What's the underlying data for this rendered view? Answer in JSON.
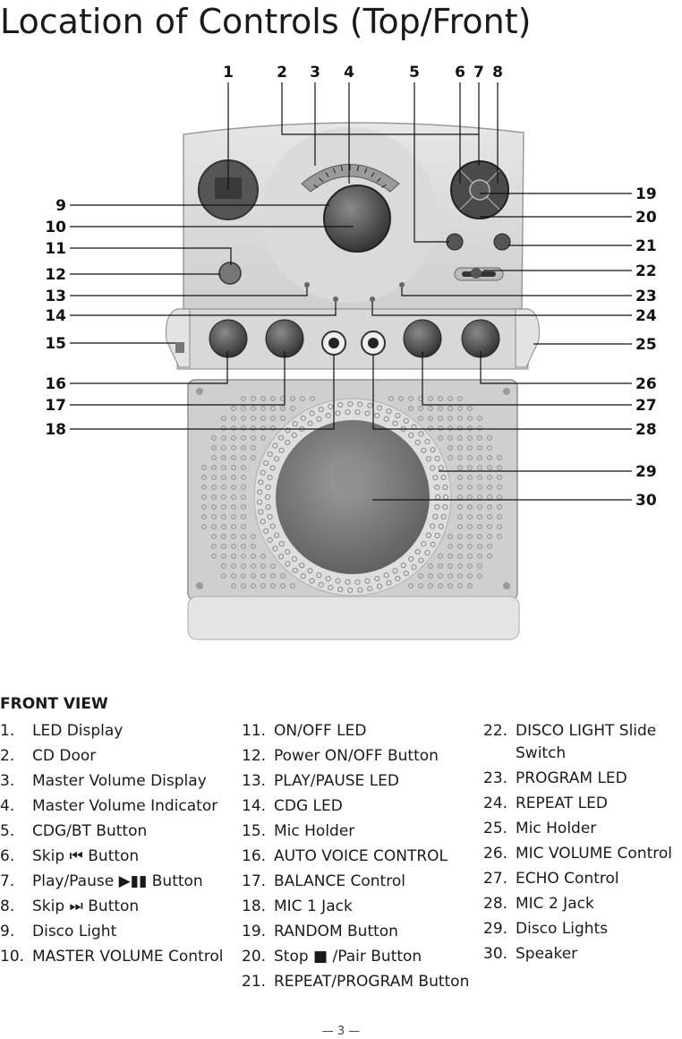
{
  "page": {
    "title": "Location of Controls (Top/Front)",
    "section_heading": "FRONT VIEW",
    "page_number": "— 3 —"
  },
  "callouts": [
    "1",
    "2",
    "3",
    "4",
    "5",
    "6",
    "7",
    "8",
    "9",
    "10",
    "11",
    "12",
    "13",
    "14",
    "15",
    "16",
    "17",
    "18",
    "19",
    "20",
    "21",
    "22",
    "23",
    "24",
    "25",
    "26",
    "27",
    "28",
    "29",
    "30"
  ],
  "legend": {
    "col1": [
      {
        "n": "1.",
        "label": "LED Display"
      },
      {
        "n": "2.",
        "label": "CD Door"
      },
      {
        "n": "3.",
        "label": "Master Volume Display"
      },
      {
        "n": "4.",
        "label": "Master Volume Indicator"
      },
      {
        "n": "5.",
        "label": "CDG/BT Button"
      },
      {
        "n": "6.",
        "label": "Skip ⏮ Button"
      },
      {
        "n": "7.",
        "label": "Play/Pause ▶▮▮ Button"
      },
      {
        "n": "8.",
        "label": "Skip ⏭ Button"
      },
      {
        "n": "9.",
        "label": "Disco Light"
      },
      {
        "n": "10.",
        "label": "MASTER VOLUME Control"
      }
    ],
    "col2": [
      {
        "n": "11.",
        "label": "ON/OFF LED"
      },
      {
        "n": "12.",
        "label": "Power ON/OFF Button"
      },
      {
        "n": "13.",
        "label": "PLAY/PAUSE LED"
      },
      {
        "n": "14.",
        "label": "CDG LED"
      },
      {
        "n": "15.",
        "label": "Mic Holder"
      },
      {
        "n": "16.",
        "label": "AUTO VOICE CONTROL"
      },
      {
        "n": "17.",
        "label": "BALANCE Control"
      },
      {
        "n": "18.",
        "label": "MIC 1 Jack"
      },
      {
        "n": "19.",
        "label": "RANDOM Button"
      },
      {
        "n": "20.",
        "label": "Stop ■ /Pair Button"
      },
      {
        "n": "21.",
        "label": "REPEAT/PROGRAM Button"
      }
    ],
    "col3": [
      {
        "n": "22.",
        "label": "DISCO LIGHT Slide Switch"
      },
      {
        "n": "23.",
        "label": "PROGRAM LED"
      },
      {
        "n": "24.",
        "label": "REPEAT LED"
      },
      {
        "n": "25.",
        "label": "Mic Holder"
      },
      {
        "n": "26.",
        "label": "MIC VOLUME Control"
      },
      {
        "n": "27.",
        "label": "ECHO Control"
      },
      {
        "n": "28.",
        "label": "MIC 2 Jack"
      },
      {
        "n": "29.",
        "label": "Disco Lights"
      },
      {
        "n": "30.",
        "label": "Speaker"
      }
    ]
  }
}
